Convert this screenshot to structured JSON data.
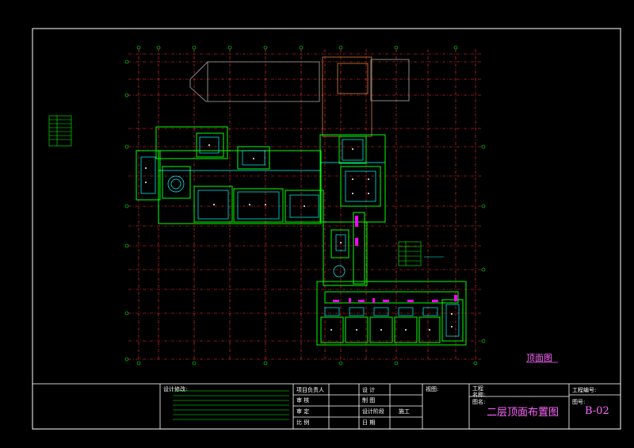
{
  "plan_caption": "顶面图",
  "title_block": {
    "revision_label": "设计修改:",
    "col1": [
      "项目负责人",
      "审 核",
      "审 定",
      "比 例"
    ],
    "col2": [
      "设 计",
      "制 图",
      "设计阶段",
      "日 期"
    ],
    "stage_value": "施工",
    "view_label": "视图:",
    "project_label": "工程",
    "name_label": "名称:",
    "drawing_name_label": "图名:",
    "drawing_name": "二层顶面布置图",
    "project_no_label": "工程编号:",
    "drawing_no_label": "图号:",
    "drawing_no": "B-02"
  },
  "colors": {
    "frame": "#ffffff",
    "walls": "#00ff00",
    "axis": "#ff3333",
    "ceiling": "#00ffff",
    "highlight": "#ff00ff",
    "text_magenta": "#ff66ff"
  }
}
